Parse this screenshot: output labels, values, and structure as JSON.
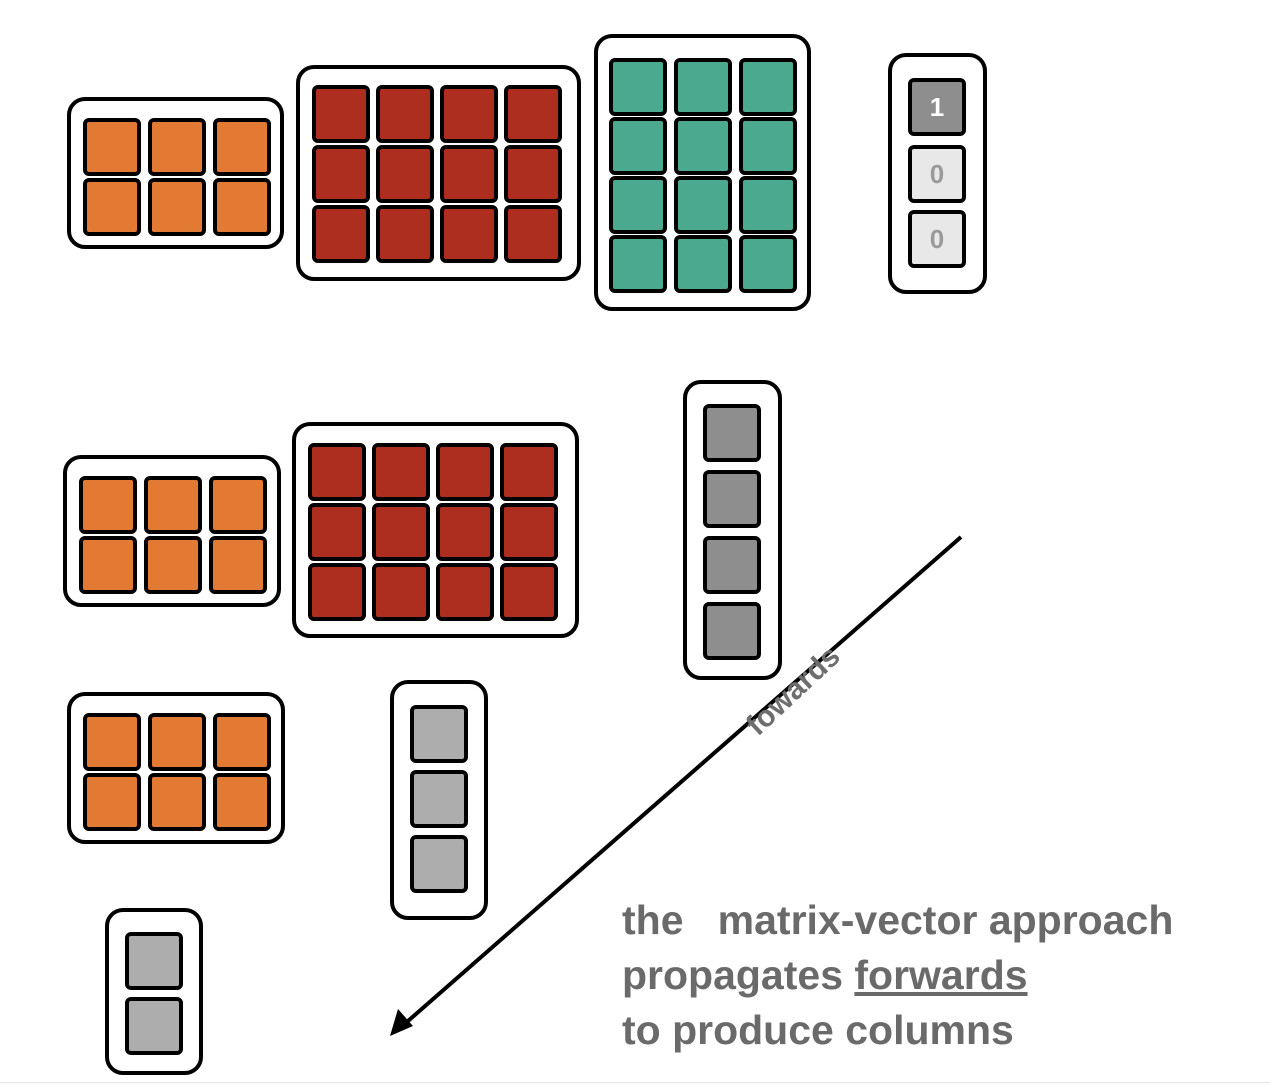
{
  "colors": {
    "orange": "#e37a33",
    "red": "#ad2d1f",
    "teal": "#4aa98e",
    "gray": "#8e8e8e",
    "light_gray": "#adadad",
    "text_gray": "#6a6a6a"
  },
  "onehot_vector": [
    "1",
    "0",
    "0"
  ],
  "arrow_label": "fowards",
  "caption": {
    "line1": "the   matrix-vector approach",
    "line2_prefix": "propagates ",
    "line2_emphasis": "forwards",
    "line3": "to produce columns"
  }
}
